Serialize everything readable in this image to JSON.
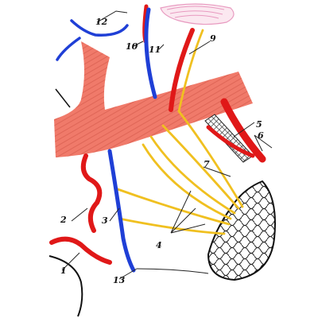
{
  "labels": {
    "l1": "1",
    "l2": "2",
    "l3": "3",
    "l4": "4",
    "l5": "5",
    "l6": "6",
    "l7": "7",
    "l9": "9",
    "l10": "10",
    "l11": "11",
    "l12": "12",
    "l13": "13"
  },
  "colors": {
    "artery": "#e01818",
    "vein": "#1f3fd6",
    "nerve": "#f0c020",
    "muscle": "#f07a6a",
    "muscle_lines": "#c84a3c",
    "duct_fill": "#5a5a5a",
    "gland_outline": "#111111",
    "brain": "#e89ac0"
  }
}
